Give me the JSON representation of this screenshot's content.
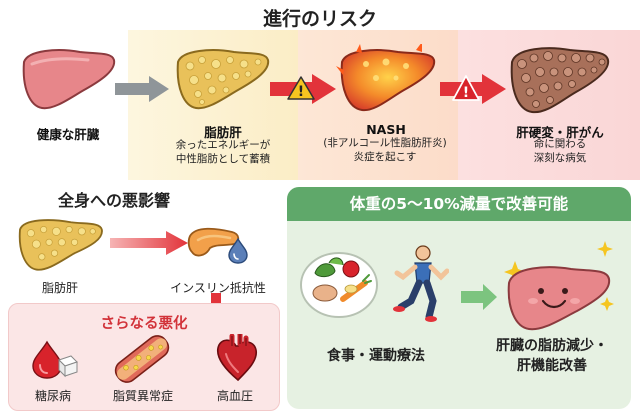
{
  "title": "進行のリスク",
  "stages": [
    {
      "label": "健康な肝臓",
      "desc": []
    },
    {
      "label": "脂肪肝",
      "desc": [
        "余ったエネルギーが",
        "中性脂肪として蓄積"
      ]
    },
    {
      "label": "NASH",
      "desc": [
        "(非アルコール性脂肪肝炎)",
        "炎症を起こす"
      ]
    },
    {
      "label": "肝硬変・肝がん",
      "desc": [
        "命に関わる",
        "深刻な病気"
      ]
    }
  ],
  "warning_symbol": "!",
  "systemic": {
    "title": "全身への悪影響",
    "fatty_liver_label": "脂肪肝",
    "insulin_label": "インスリン抵抗性",
    "worsening_title": "さらなる悪化",
    "conditions": [
      "糖尿病",
      "脂質異常症",
      "高血圧"
    ]
  },
  "improvement": {
    "title": "体重の5〜10%減量で改善可能",
    "therapy_label": "食事・運動療法",
    "result_lines": [
      "肝臓の脂肪減少・",
      "肝機能改善"
    ]
  },
  "colors": {
    "healthy_band": "#ffffff",
    "fatty_band": "#fbf0cf",
    "nash_band": "#fde3d0",
    "cirrhosis_band": "#fbdcdc",
    "green_header": "#5fa86a",
    "green_box": "#e6f1e2",
    "red_arrow": "#e2333a",
    "gray_arrow": "#8f9599",
    "green_arrow": "#7cc47f"
  },
  "icons": [
    "healthy-liver-icon",
    "fatty-liver-icon",
    "inflamed-liver-icon",
    "cirrhotic-liver-icon",
    "warning-icon",
    "pancreas-icon",
    "blood-drop-icon",
    "sugar-cube-icon",
    "artery-plaque-icon",
    "heart-icon",
    "food-plate-icon",
    "runner-icon",
    "happy-liver-icon",
    "sparkle-icon"
  ]
}
